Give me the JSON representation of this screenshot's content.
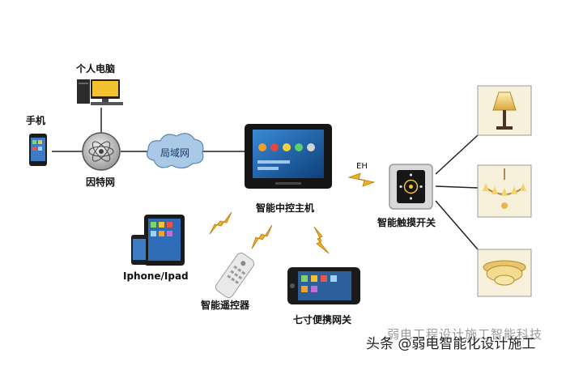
{
  "labels": {
    "pc": "个人电脑",
    "phone": "手机",
    "internet": "因特网",
    "lan": "局域网",
    "controller": "智能中控主机",
    "eh": "EH",
    "touch_switch": "智能触摸开关",
    "iphone_ipad": "Iphone/Ipad",
    "remote": "智能遥控器",
    "gateway": "七寸便携网关"
  },
  "watermark": {
    "faint": "弱电工程设计施工智能科技",
    "main": "头条 @弱电智能化设计施工"
  },
  "icons": [
    "pc-icon",
    "phone-icon",
    "internet-globe-icon",
    "lan-cloud-icon",
    "controller-screen-icon",
    "touch-switch-icon",
    "table-lamp-icon",
    "chandelier-icon",
    "ceiling-light-icon",
    "ipad-icon",
    "iphone-icon",
    "remote-control-icon",
    "portable-gateway-icon",
    "lightning-icon"
  ],
  "colors": {
    "line": "#222222",
    "lightning": "#e8a317",
    "cloud": "#8fb7d9",
    "screen_dark": "#1a1a1a"
  }
}
